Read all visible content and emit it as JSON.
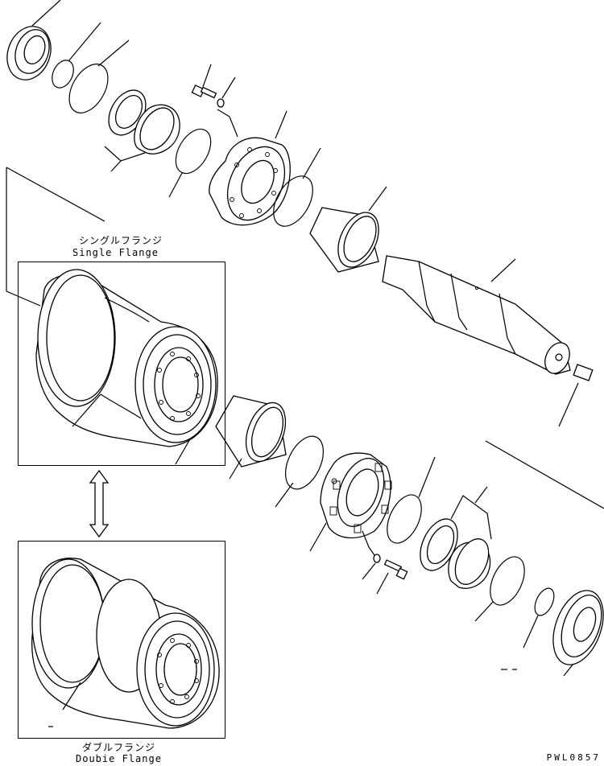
{
  "diagram": {
    "single_flange_jp": "シングルフランジ",
    "single_flange_en": "Single Flange",
    "double_flange_jp": "ダブルフランジ",
    "double_flange_en": "Doubie Flange",
    "drawing_code": "PWL0857"
  }
}
